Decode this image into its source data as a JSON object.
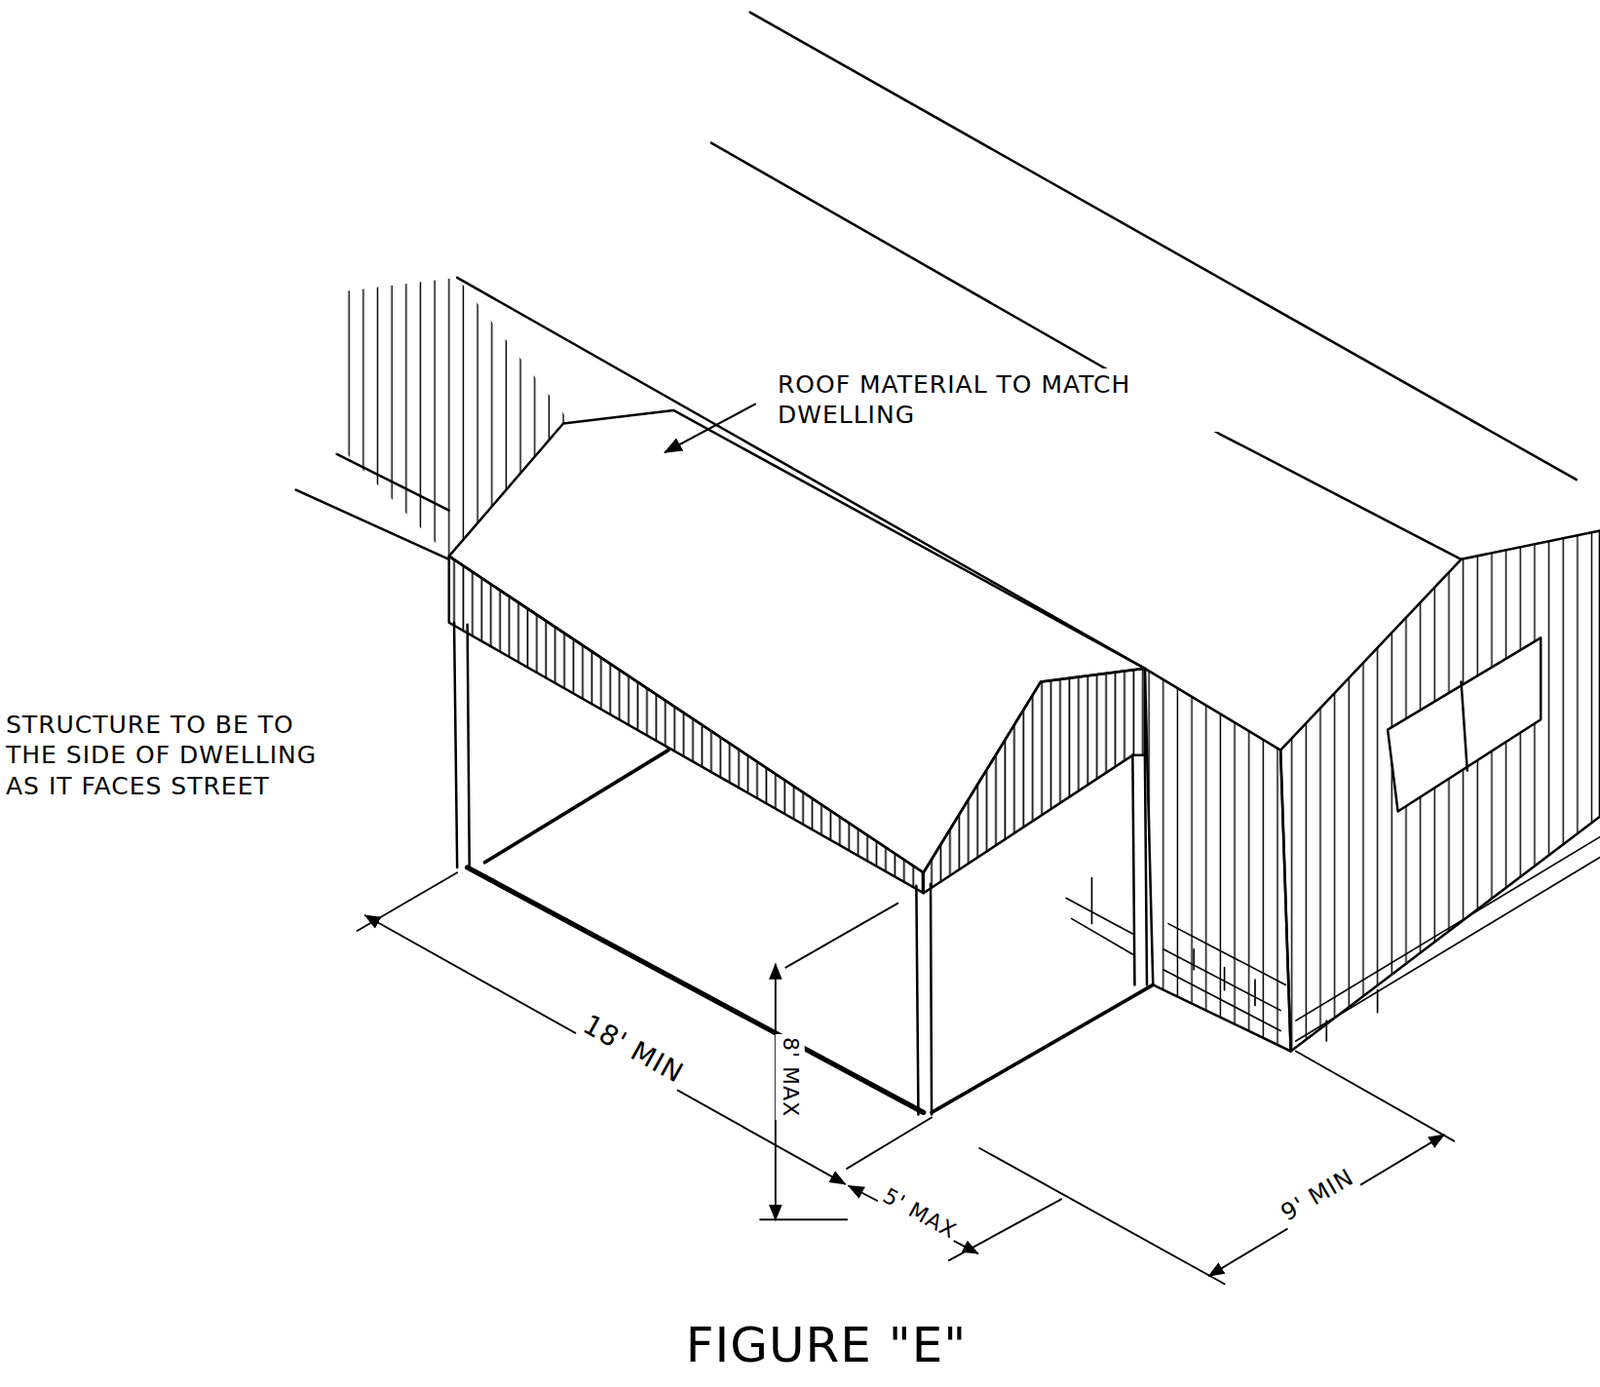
{
  "diagram": {
    "caption": "FIGURE \"E\"",
    "labels": [
      "ROOF MATERIAL TO MATCH DWELLING",
      "STRUCTURE TO BE TO THE SIDE OF DWELLING AS IT FACES STREET",
      "18' MIN",
      "8' MAX",
      "5' MAX",
      "9' MIN"
    ]
  }
}
